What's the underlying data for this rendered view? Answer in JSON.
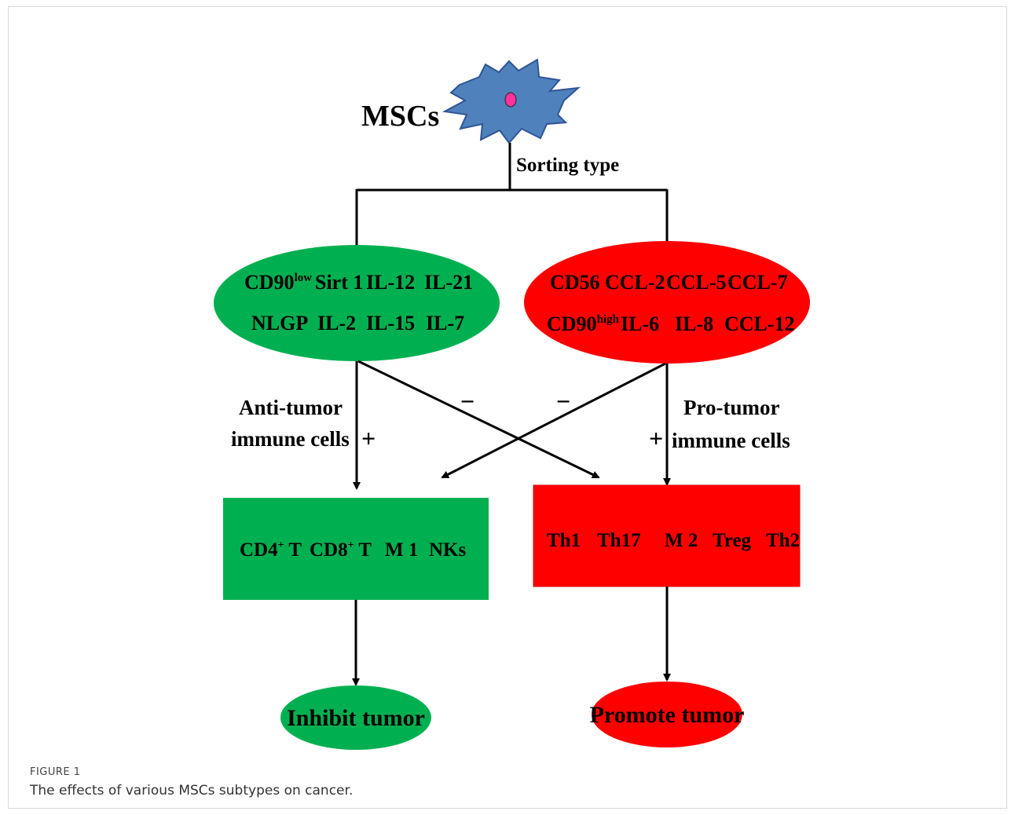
{
  "diagram": {
    "root_label": "MSCs",
    "sorting_label": "Sorting type",
    "green_ellipse": {
      "line1": {
        "cd90": "CD90",
        "cd90_sup": "low",
        "sirt": "Sirt 1",
        "il12": "IL-12",
        "il21": "IL-21"
      },
      "line2": {
        "nlgp": "NLGP",
        "il2": "IL-2",
        "il15": "IL-15",
        "il7": "IL-7"
      }
    },
    "red_ellipse": {
      "line1": {
        "cd56": "CD56",
        "ccl2": "CCL-2",
        "ccl5": "CCL-5",
        "ccl7": "CCL-7"
      },
      "line2": {
        "cd90": "CD90",
        "cd90_sup": "high",
        "il6": "IL-6",
        "il8": "IL-8",
        "ccl12": "CCL-12"
      }
    },
    "anti_tumor_label": {
      "line1": "Anti-tumor",
      "line2": "immune cells"
    },
    "pro_tumor_label": {
      "line1": "Pro-tumor",
      "line2": "immune cells"
    },
    "plus_sign": "+",
    "minus_sign": "−",
    "green_box": {
      "cd4": "CD4",
      "cd4_sup": "+",
      "cd4_t": " T",
      "cd8": "CD8",
      "cd8_sup": "+",
      "cd8_t": " T",
      "m1": "M 1",
      "nks": "NKs"
    },
    "red_box": {
      "th1": "Th1",
      "th17": "Th17",
      "m2": "M 2",
      "treg": "Treg",
      "th2": "Th2"
    },
    "inhibit_label": "Inhibit tumor",
    "promote_label": "Promote tumor",
    "colors": {
      "green": "#00b050",
      "red": "#ff0000",
      "cell_blue": "#4f81bd",
      "nucleus": "#ff3399"
    }
  },
  "caption": {
    "label": "FIGURE 1",
    "text": "The effects of various MSCs subtypes on cancer."
  }
}
